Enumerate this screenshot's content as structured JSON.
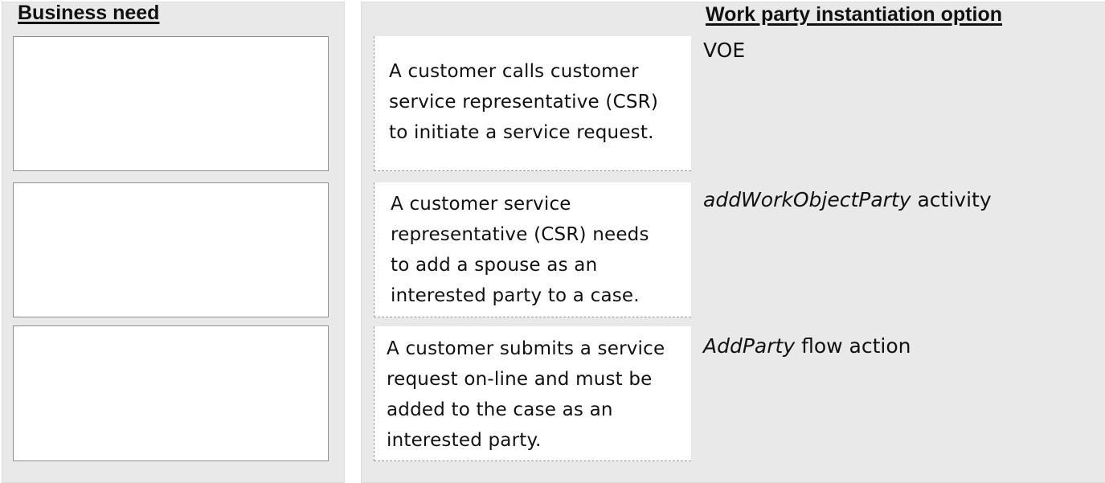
{
  "left": {
    "heading": "Business need"
  },
  "right": {
    "heading": "Work party instantiation option"
  },
  "items": [
    {
      "lines": [
        "A customer calls customer",
        "service representative (CSR)",
        "to initiate a service request."
      ]
    },
    {
      "lines": [
        "A customer service",
        "representative (CSR) needs",
        "to add a spouse as an",
        "interested party to a case."
      ]
    },
    {
      "lines": [
        "A customer submits a service",
        "request on-line and must be",
        "added to the case as an",
        "interested party."
      ]
    }
  ],
  "options": [
    {
      "italic": "",
      "plain": "VOE"
    },
    {
      "italic": "addWorkObjectParty",
      "plain": " activity"
    },
    {
      "italic": "AddParty",
      "plain": " flow action"
    }
  ]
}
